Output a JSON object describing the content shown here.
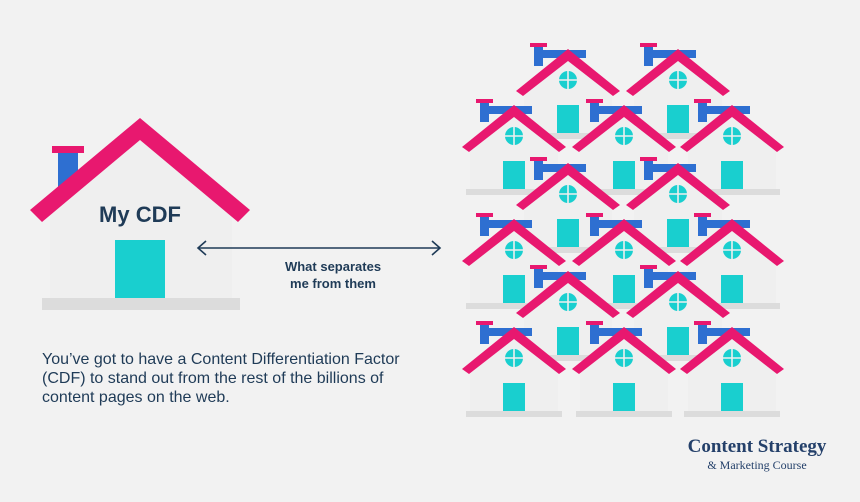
{
  "colors": {
    "background": "#f2f2f2",
    "roof": "#e8186f",
    "wall": "#efefef",
    "door": "#19cfcf",
    "chimney": "#2e6fd1",
    "chimney_cap": "#e8186f",
    "text": "#1f3b57",
    "arrow": "#1f3b57"
  },
  "icons": {
    "house": "house-icon",
    "arrow": "double-arrow-icon"
  },
  "main_house": {
    "label": "My CDF"
  },
  "connector": {
    "caption_line1": "What separates",
    "caption_line2": "me from them"
  },
  "description": "You’ve got to have a Content Differentiation Factor (CDF) to stand out from the rest of the billions of content pages on the web.",
  "brand": {
    "title": "Content Strategy",
    "subtitle": "& Marketing Course"
  }
}
